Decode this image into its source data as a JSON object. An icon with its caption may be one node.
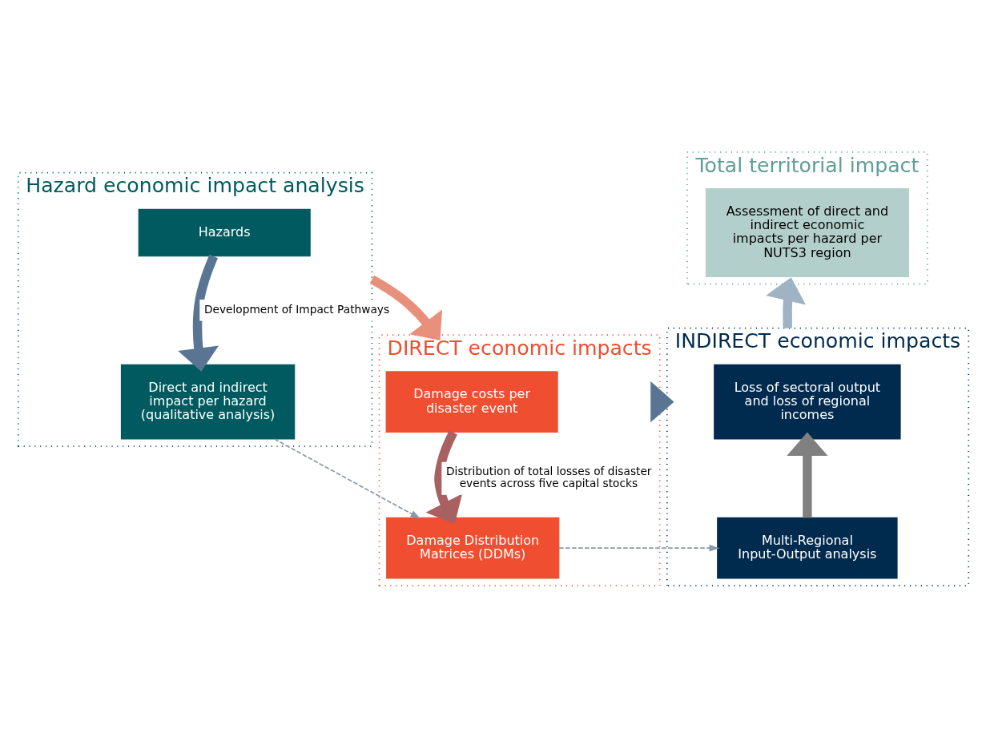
{
  "diagram": {
    "nodes": [
      {
        "text": [
          "Hazard economic impact analysis"
        ]
      },
      {
        "text": [
          "Hazards"
        ],
        "in": 0
      },
      {
        "text": [
          "Direct and indirect impact per hazard",
          "(qualitative analysis)"
        ],
        "in": 0
      },
      {
        "text": [
          "Total territorial impact"
        ]
      },
      {
        "text": [
          "Assessment of direct and indirect economic impacts per hazard per NUTS3 region"
        ],
        "in": 3
      },
      {
        "text": [
          "DIRECT economic impacts"
        ]
      },
      {
        "text": [
          "Damage costs per disaster event"
        ],
        "in": 5
      },
      {
        "text": [
          "Damage Distribution Matrices (DDMs)"
        ],
        "in": 5
      },
      {
        "text": [
          "INDIRECT economic impacts"
        ]
      },
      {
        "text": [
          "Loss of sectoral output and loss of regional incomes"
        ],
        "in": 8
      },
      {
        "text": [
          "Multi-Regional Input-Output analysis"
        ],
        "in": 8
      }
    ],
    "edges": [
      {
        "from": 1,
        "to": 2,
        "arrow": "to",
        "label": "Development of Impact Pathways"
      },
      {
        "from": 2,
        "to": 7,
        "arrow": "to",
        "style": "dashed",
        "color": "#8a9aaa"
      },
      {
        "from": 0,
        "to": 5,
        "arrow": "to",
        "color": "#e8907c"
      },
      {
        "from": 6,
        "to": 7,
        "arrow": "to",
        "label": "Distribution of total losses of disaster events across five capital stocks",
        "color": "#a86060"
      },
      {
        "from": 5,
        "to": 8,
        "arrow": "to"
      },
      {
        "from": 7,
        "to": 10,
        "arrow": "to",
        "style": "dashed",
        "color": "#8a9aaa"
      },
      {
        "from": 10,
        "to": 9,
        "arrow": "to",
        "color": "#808080"
      },
      {
        "from": 8,
        "to": 3,
        "arrow": "to",
        "color": "#9fb3c4"
      }
    ]
  }
}
